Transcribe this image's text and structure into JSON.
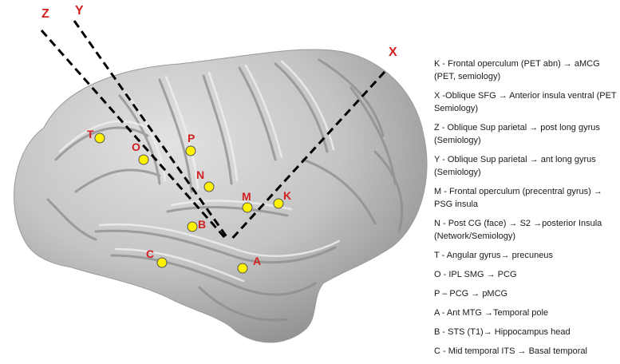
{
  "colors": {
    "brain_light": "#d7d7d7",
    "brain_dark": "#8d8d8d",
    "point_fill": "#fff200",
    "label": "#d21f1f",
    "trajectory": "#000000"
  },
  "trajectories": [
    {
      "id": "Z",
      "label": "Z"
    },
    {
      "id": "Y",
      "label": "Y"
    },
    {
      "id": "X",
      "label": "X"
    }
  ],
  "points": [
    {
      "id": "T",
      "label": "T"
    },
    {
      "id": "O",
      "label": "O"
    },
    {
      "id": "P",
      "label": "P"
    },
    {
      "id": "N",
      "label": "N"
    },
    {
      "id": "M",
      "label": "M"
    },
    {
      "id": "K",
      "label": "K"
    },
    {
      "id": "B",
      "label": "B"
    },
    {
      "id": "C",
      "label": "C"
    },
    {
      "id": "A",
      "label": "A"
    }
  ],
  "legend": [
    "K - Frontal operculum (PET abn) → aMCG (PET, semiology)",
    "X -Oblique SFG → Anterior insula ventral (PET Semiology)",
    "Z - Oblique Sup parietal → post long gyrus (Semiology)",
    "Y - Oblique Sup parietal → ant long gyrus (Semiology)",
    "M - Frontal operculum (precentral gyrus) → PSG insula",
    "N - Post CG (face) → S2 →posterior Insula (Network/Semiology)",
    "T - Angular gyrus→ precuneus",
    "O - IPL SMG → PCG",
    "P – PCG → pMCG",
    "A - Ant MTG →Temporal pole",
    "B - STS (T1)→ Hippocampus head",
    "C - Mid temporal ITS → Basal temporal"
  ]
}
